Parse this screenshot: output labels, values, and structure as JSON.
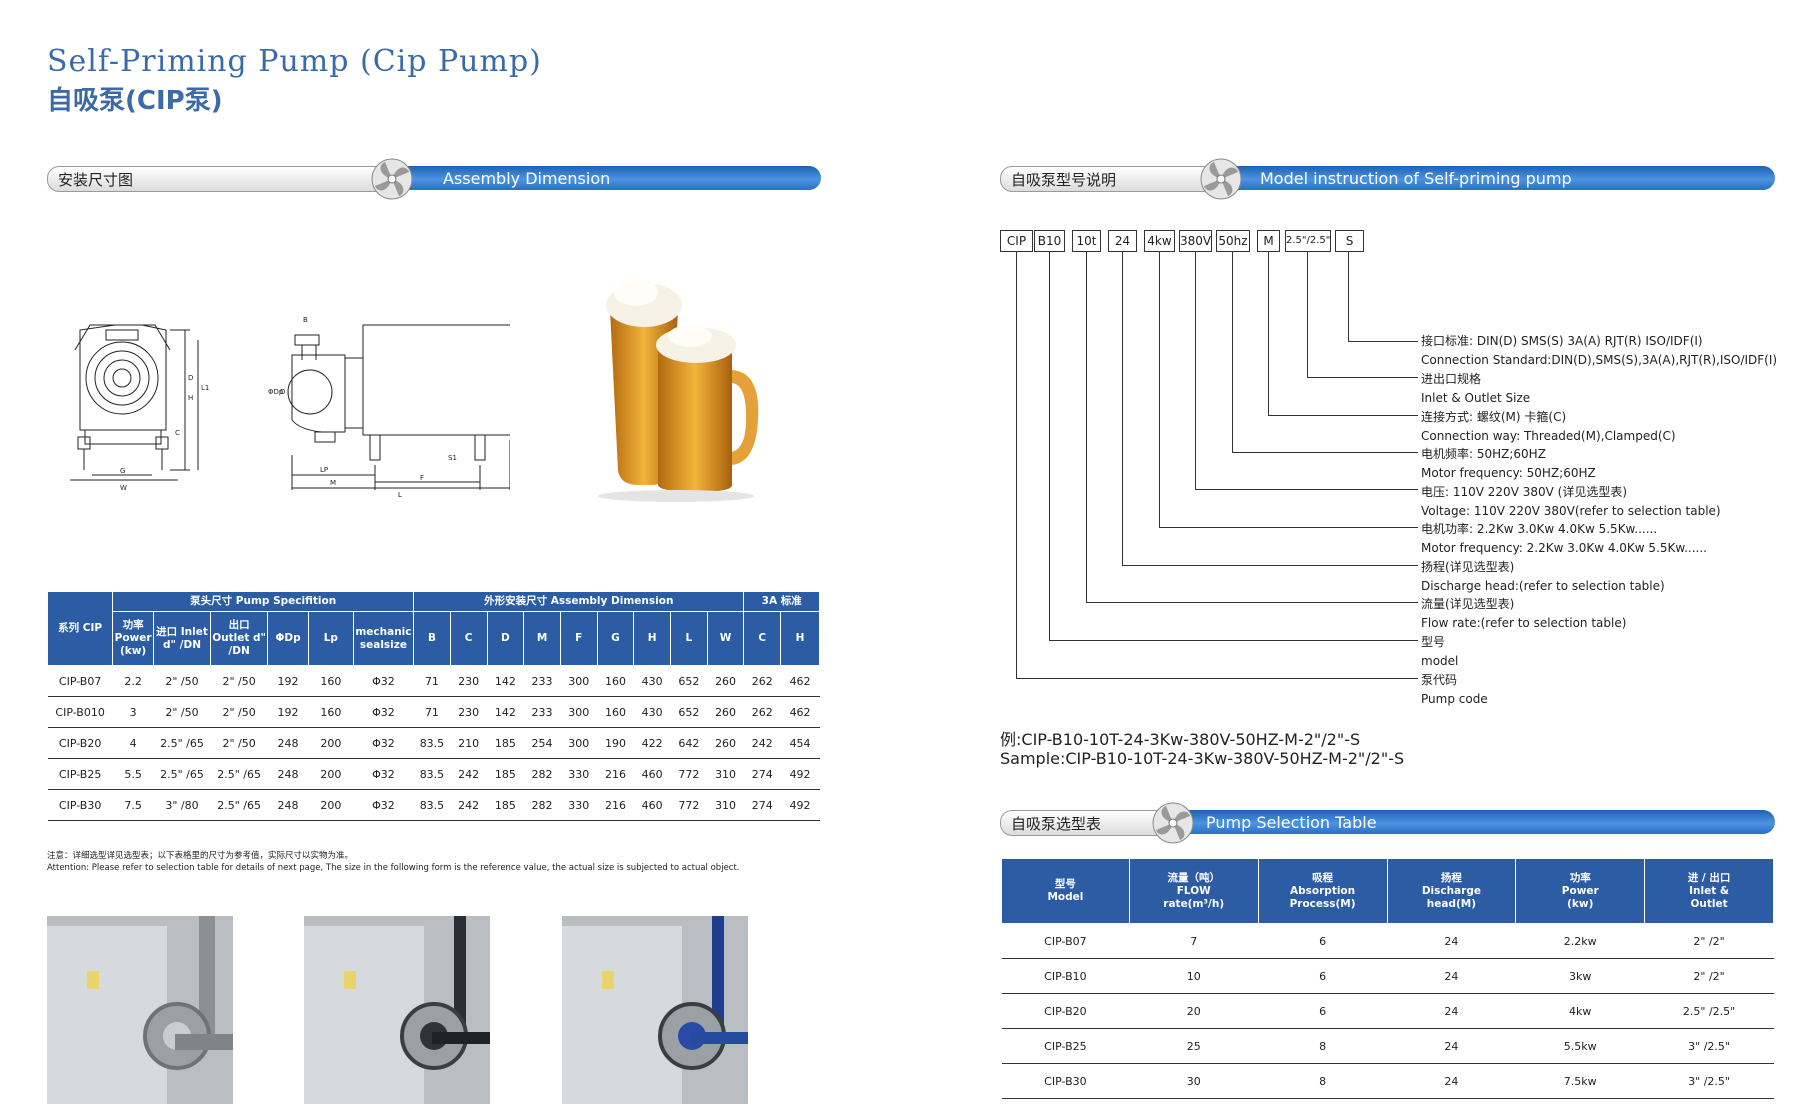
{
  "title": {
    "en": "Self-Priming Pump (Cip Pump)",
    "cn": "自吸泵(CIP泵)"
  },
  "assembly_section": {
    "cn": "安装尺寸图",
    "en": "Assembly Dimension"
  },
  "drawing_labels": {
    "front": [
      "D",
      "H",
      "C",
      "G",
      "W",
      "L1"
    ],
    "side": [
      "B",
      "ΦDp",
      "D",
      "LP",
      "M",
      "F",
      "S1",
      "L"
    ]
  },
  "spec_table": {
    "group_headers": [
      "泵头尺寸 Pump Specifition",
      "外形安装尺寸 Assembly Dimension",
      "3A 标准"
    ],
    "headers": [
      "系列 CIP",
      "功率 Power (kw)",
      "进口 Inlet d\" /DN",
      "出口 Outlet d\" /DN",
      "ΦDp",
      "Lp",
      "mechanic sealsize",
      "B",
      "C",
      "D",
      "M",
      "F",
      "G",
      "H",
      "L",
      "W",
      "C",
      "H"
    ],
    "rows": [
      [
        "CIP-B07",
        "2.2",
        "2\" /50",
        "2\" /50",
        "192",
        "160",
        "Φ32",
        "71",
        "230",
        "142",
        "233",
        "300",
        "160",
        "430",
        "652",
        "260",
        "262",
        "462"
      ],
      [
        "CIP-B010",
        "3",
        "2\" /50",
        "2\" /50",
        "192",
        "160",
        "Φ32",
        "71",
        "230",
        "142",
        "233",
        "300",
        "160",
        "430",
        "652",
        "260",
        "262",
        "462"
      ],
      [
        "CIP-B20",
        "4",
        "2.5\" /65",
        "2\" /50",
        "248",
        "200",
        "Φ32",
        "83.5",
        "210",
        "185",
        "254",
        "300",
        "190",
        "422",
        "642",
        "260",
        "242",
        "454"
      ],
      [
        "CIP-B25",
        "5.5",
        "2.5\" /65",
        "2.5\" /65",
        "248",
        "200",
        "Φ32",
        "83.5",
        "242",
        "185",
        "282",
        "330",
        "216",
        "460",
        "772",
        "310",
        "274",
        "492"
      ],
      [
        "CIP-B30",
        "7.5",
        "3\" /80",
        "2.5\" /65",
        "248",
        "200",
        "Φ32",
        "83.5",
        "242",
        "185",
        "282",
        "330",
        "216",
        "460",
        "772",
        "310",
        "274",
        "492"
      ]
    ]
  },
  "notes": {
    "cn": "注意：详细选型详见选型表；以下表格里的尺寸为参考值，实际尺寸以实物为准。",
    "en": "Attention: Please refer to selection table for details of next page, The size in the following form is the reference value, the actual size is subjected to actual object."
  },
  "model_section": {
    "cn": "自吸泵型号说明",
    "en": "Model instruction of Self-priming pump"
  },
  "model_code": [
    "CIP",
    "B10",
    "10t",
    "24",
    "4kw",
    "380V",
    "50hz",
    "M",
    "2.5\"/2.5\"",
    "S"
  ],
  "model_legend": [
    [
      "接口标准: DIN(D)  SMS(S)  3A(A)  RJT(R)  ISO/IDF(I)",
      "Connection Standard:DIN(D),SMS(S),3A(A),RJT(R),ISO/IDF(I)"
    ],
    [
      "进出口规格",
      "Inlet & Outlet Size"
    ],
    [
      "连接方式: 螺纹(M)  卡箍(C)",
      "Connection way: Threaded(M),Clamped(C)"
    ],
    [
      "电机频率: 50HZ;60HZ",
      "Motor frequency: 50HZ;60HZ"
    ],
    [
      "电压: 110V  220V  380V (详见选型表)",
      "Voltage: 110V  220V  380V(refer to selection table)"
    ],
    [
      "电机功率: 2.2Kw  3.0Kw  4.0Kw  5.5Kw......",
      "Motor frequency: 2.2Kw  3.0Kw  4.0Kw  5.5Kw......"
    ],
    [
      "扬程(详见选型表)",
      "Discharge head:(refer to selection table)"
    ],
    [
      "流量(详见选型表)",
      "Flow rate:(refer to selection table)"
    ],
    [
      "型号",
      "model"
    ],
    [
      "泵代码",
      "Pump code"
    ]
  ],
  "sample": {
    "cn": "例:CIP-B10-10T-24-3Kw-380V-50HZ-M-2\"/2\"-S",
    "en": "Sample:CIP-B10-10T-24-3Kw-380V-50HZ-M-2\"/2\"-S"
  },
  "selection_section": {
    "cn": "自吸泵选型表",
    "en": "Pump Selection Table"
  },
  "selection_table": {
    "headers": [
      [
        "型号",
        "Model"
      ],
      [
        "流量（吨）",
        "FLOW",
        "rate(m³/h)"
      ],
      [
        "吸程",
        "Absorption",
        "Process(M)"
      ],
      [
        "扬程",
        "Discharge",
        "head(M)"
      ],
      [
        "功率",
        "Power",
        "(kw)"
      ],
      [
        "进 / 出口",
        "Inlet &",
        "Outlet"
      ]
    ],
    "rows": [
      [
        "CIP-B07",
        "7",
        "6",
        "24",
        "2.2kw",
        "2\" /2\""
      ],
      [
        "CIP-B10",
        "10",
        "6",
        "24",
        "3kw",
        "2\" /2\""
      ],
      [
        "CIP-B20",
        "20",
        "6",
        "24",
        "4kw",
        "2.5\" /2.5\""
      ],
      [
        "CIP-B25",
        "25",
        "8",
        "24",
        "5.5kw",
        "3\" /2.5\""
      ],
      [
        "CIP-B30",
        "30",
        "8",
        "24",
        "7.5kw",
        "3\" /2.5\""
      ]
    ]
  },
  "colors": {
    "brand_blue": "#3b6aa8",
    "table_header": "#2b5ca4"
  }
}
